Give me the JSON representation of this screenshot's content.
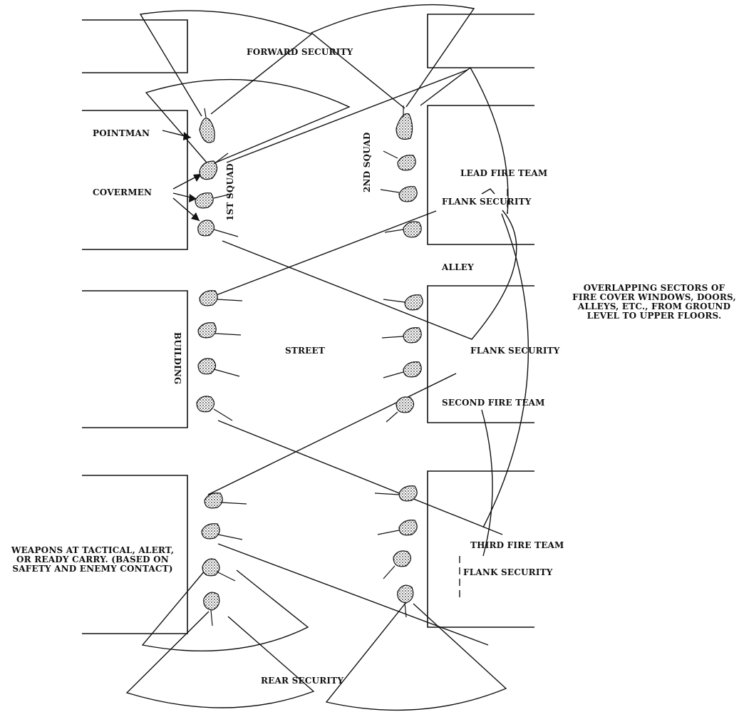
{
  "labels": {
    "forward_security": "FORWARD SECURITY",
    "pointman": "POINTMAN",
    "covermen": "COVERMEN",
    "first_squad": "1ST SQUAD",
    "second_squad": "2ND SQUAD",
    "lead_fire_team": "LEAD FIRE TEAM",
    "flank_security_top": "FLANK SECURITY",
    "alley": "ALLEY",
    "overlapping_sectors": "OVERLAPPING SECTORS OF FIRE COVER WINDOWS, DOORS, ALLEYS, ETC., FROM GROUND LEVEL TO UPPER FLOORS.",
    "building": "BUILDING",
    "street": "STREET",
    "flank_security_middle": "FLANK SECURITY",
    "second_fire_team": "SECOND FIRE TEAM",
    "weapons_note": "WEAPONS AT TACTICAL, ALERT, OR READY CARRY. (BASED ON SAFETY AND ENEMY CONTACT)",
    "third_fire_team": "THIRD FIRE TEAM",
    "flank_security_bottom": "FLANK SECURITY",
    "rear_security": "REAR SECURITY"
  }
}
